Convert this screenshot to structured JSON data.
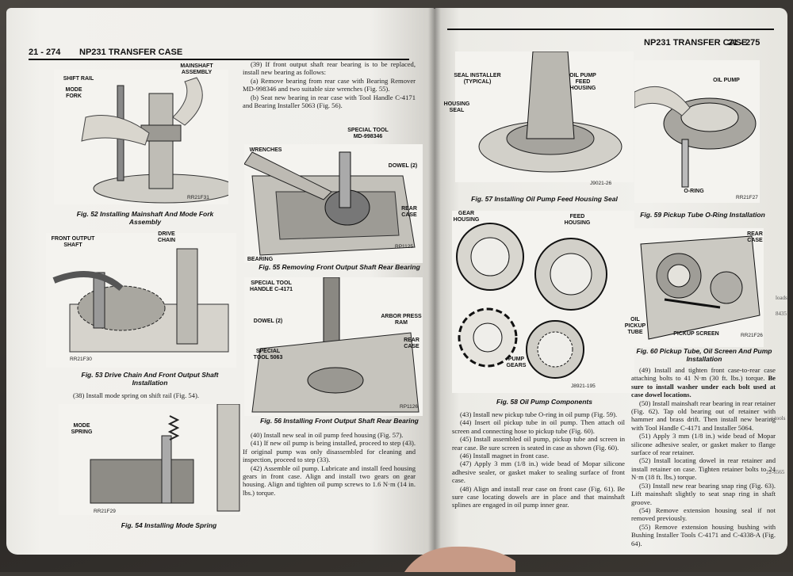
{
  "left_page": {
    "page_number": "21 - 274",
    "section_title": "NP231 TRANSFER CASE",
    "figures": [
      {
        "id": "fig52",
        "caption": "Fig. 52 Installing Mainshaft And Mode Fork Assembly",
        "code": "RR21F31",
        "labels": {
          "shift_rail": "SHIFT RAIL",
          "mode_fork": "MODE FORK",
          "mainshaft": "MAINSHAFT ASSEMBLY"
        }
      },
      {
        "id": "fig53",
        "caption": "Fig. 53 Drive Chain And Front Output Shaft Installation",
        "code": "RR21F30",
        "labels": {
          "front_output": "FRONT OUTPUT SHAFT",
          "drive_chain": "DRIVE CHAIN"
        }
      },
      {
        "id": "fig54",
        "caption": "Fig. 54 Installing Mode Spring",
        "code": "RR21F29",
        "labels": {
          "mode_spring": "MODE SPRING"
        }
      },
      {
        "id": "fig55",
        "caption": "Fig. 55 Removing Front Output Shaft Rear Bearing",
        "code": "RP1125",
        "labels": {
          "wrenches": "WRENCHES",
          "special_tool": "SPECIAL TOOL MD-998346",
          "dowel": "DOWEL (2)",
          "rear_case": "REAR CASE",
          "bearing": "BEARING"
        }
      },
      {
        "id": "fig56",
        "caption": "Fig. 56 Installing Front Output Shaft Rear Bearing",
        "code": "RP1126",
        "labels": {
          "handle": "SPECIAL TOOL HANDLE C-4171",
          "arbor": "ARBOR PRESS RAM",
          "dowel": "DOWEL (2)",
          "tool5063": "SPECIAL TOOL 5063",
          "rear_case": "REAR CASE"
        }
      }
    ],
    "text_blocks": {
      "step39": "(39) If front output shaft rear bearing is to be replaced, install new bearing as follows:",
      "step39a": "(a) Remove bearing from rear case with Bearing Remover MD-998346 and two suitable size wrenches (Fig. 55).",
      "step39b": "(b) Seat new bearing in rear case with Tool Handle C-4171 and Bearing Installer 5063 (Fig. 56).",
      "step38": "(38) Install mode spring on shift rail (Fig. 54).",
      "step40": "(40) Install new seal in oil pump feed housing (Fig. 57).",
      "step41": "(41) If new oil pump is being installed, proceed to step (43). If original pump was only disassembled for cleaning and inspection, proceed to step (33).",
      "step42": "(42) Assemble oil pump. Lubricate and install feed housing gears in front case. Align and install two gears on gear housing. Align and tighten oil pump screws to 1.6 N·m (14 in. lbs.) torque."
    }
  },
  "right_page": {
    "page_number": "21 - 275",
    "section_title": "NP231 TRANSFER CASE",
    "figures": [
      {
        "id": "fig57",
        "caption": "Fig. 57 Installing Oil Pump Feed Housing Seal",
        "code": "J9021-26",
        "labels": {
          "seal_installer": "SEAL INSTALLER (TYPICAL)",
          "oil_pump_feed": "OIL PUMP FEED HOUSING",
          "housing_seal": "HOUSING SEAL"
        }
      },
      {
        "id": "fig58",
        "caption": "Fig. 58 Oil Pump Components",
        "code": "J8921-195",
        "labels": {
          "gear_housing": "GEAR HOUSING",
          "feed_housing": "FEED HOUSING",
          "pump_gears": "PUMP GEARS"
        }
      },
      {
        "id": "fig59",
        "caption": "Fig. 59 Pickup Tube O-Ring Installation",
        "code": "RR21F27",
        "labels": {
          "oil_pump": "OIL PUMP",
          "o_ring": "O-RING"
        }
      },
      {
        "id": "fig60",
        "caption": "Fig. 60 Pickup Tube, Oil Screen And Pump Installation",
        "code": "RR21F26",
        "labels": {
          "rear_case": "REAR CASE",
          "oil_pickup": "OIL PICKUP TUBE",
          "pickup_screen": "PICKUP SCREEN"
        }
      }
    ],
    "text_blocks": {
      "step43": "(43) Install new pickup tube O-ring in oil pump (Fig. 59).",
      "step44": "(44) Insert oil pickup tube in oil pump. Then attach oil screen and connecting hose to pickup tube (Fig. 60).",
      "step45": "(45) Install assembled oil pump, pickup tube and screen in rear case. Be sure screen is seated in case as shown (Fig. 60).",
      "step46": "(46) Install magnet in front case.",
      "step47": "(47) Apply 3 mm (1/8 in.) wide bead of Mopar silicone adhesive sealer, or gasket maker to sealing surface of front case.",
      "step48": "(48) Align and install rear case on front case (Fig. 61). Be sure case locating dowels are in place and that mainshaft splines are engaged in oil pump inner gear.",
      "step49a": "(49) Install and tighten front case-to-rear case attaching bolts to 41 N·m (30 ft. lbs.) torque.",
      "step49b": "Be sure to install washer under each bolt used at case dowel locations.",
      "step50": "(50) Install mainshaft rear bearing in rear retainer (Fig. 62). Tap old bearing out of retainer with hammer and brass drift. Then install new bearing with Tool Handle C-4171 and Installer 5064.",
      "step51": "(51) Apply 3 mm (1/8 in.) wide bead of Mopar silicone adhesive sealer, or gasket maker to flange surface of rear retainer.",
      "step52": "(52) Install locating dowel in rear retainer and install retainer on case. Tighten retainer bolts to 24 N·m (18 ft. lbs.) torque.",
      "step53": "(53) Install new rear bearing snap ring (Fig. 63). Lift mainshaft slightly to seat snap ring in shaft groove.",
      "step54": "(54) Remove extension housing seal if not removed previously.",
      "step55": "(55) Remove extension housing bushing with Bushing Installer Tools C-4171 and C-4338-A (Fig. 64)."
    },
    "edge_notes": [
      "loads",
      "8435",
      "e tools",
      "22-6565"
    ]
  }
}
